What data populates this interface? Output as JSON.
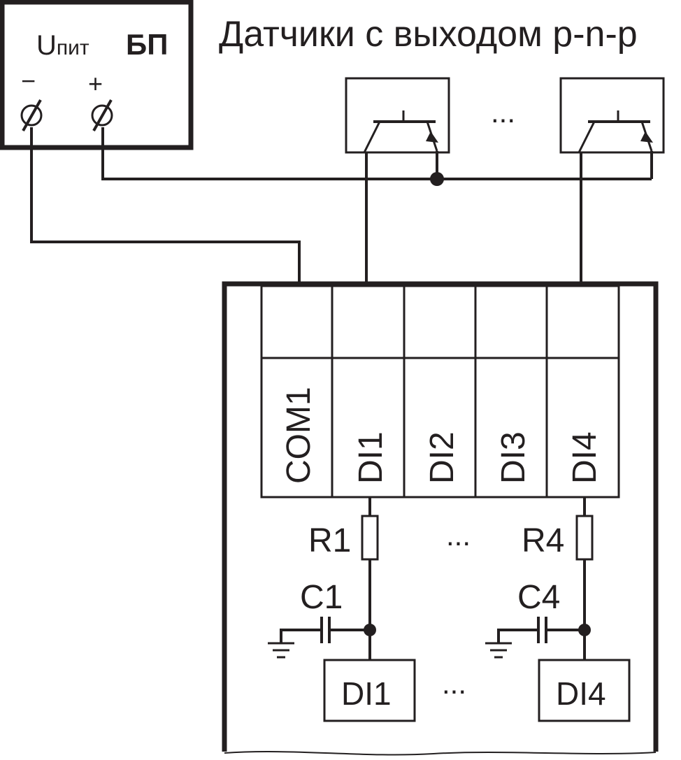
{
  "power_supply": {
    "voltage_label_main": "U",
    "voltage_label_sub": "пит",
    "name": "БП",
    "minus_label": "−",
    "plus_label": "+"
  },
  "sensors": {
    "title": "Датчики с выходом p-n-p",
    "ellipsis": "..."
  },
  "terminal_block": {
    "labels": [
      "COM1",
      "DI1",
      "DI2",
      "DI3",
      "DI4"
    ]
  },
  "input_circuits": {
    "resistor_1": "R1",
    "resistor_4": "R4",
    "capacitor_1": "C1",
    "capacitor_4": "C4",
    "ellipsis": "...",
    "input_1": "DI1",
    "input_4": "DI4"
  }
}
